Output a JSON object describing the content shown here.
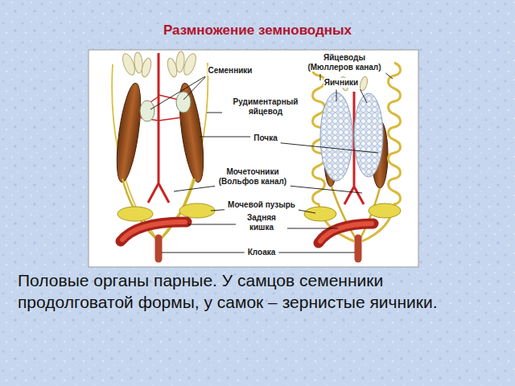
{
  "diagram": {
    "title": "Размножение земноводных",
    "caption": "Половые органы парные. У самцов семенники продолговатой формы, у самок – зернистые яичники.",
    "labels": [
      "Семенники",
      "Яйцеводы (Мюллеров канал)",
      "Яичники",
      "Рудиментарный яйцевод",
      "Почка",
      "Мочеточники (Вольфов канал)",
      "Мочевой пузырь",
      "Задняя кишка",
      "Клоака"
    ]
  }
}
